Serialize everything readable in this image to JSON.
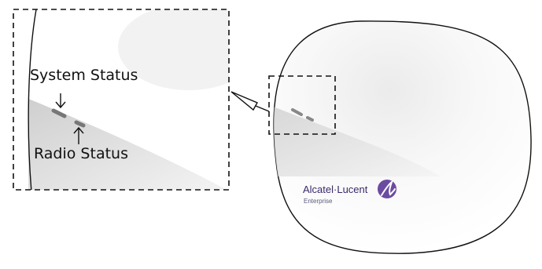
{
  "callouts": {
    "system_status": "System Status",
    "radio_status": "Radio Status"
  },
  "device": {
    "brand_name": "Alcatel·Lucent",
    "brand_sub": "Enterprise"
  },
  "colors": {
    "outline": "#111111",
    "brand_purple": "#6b4ba1",
    "led": "#9a9a9a",
    "shadow_band": "#d6d6d6"
  }
}
